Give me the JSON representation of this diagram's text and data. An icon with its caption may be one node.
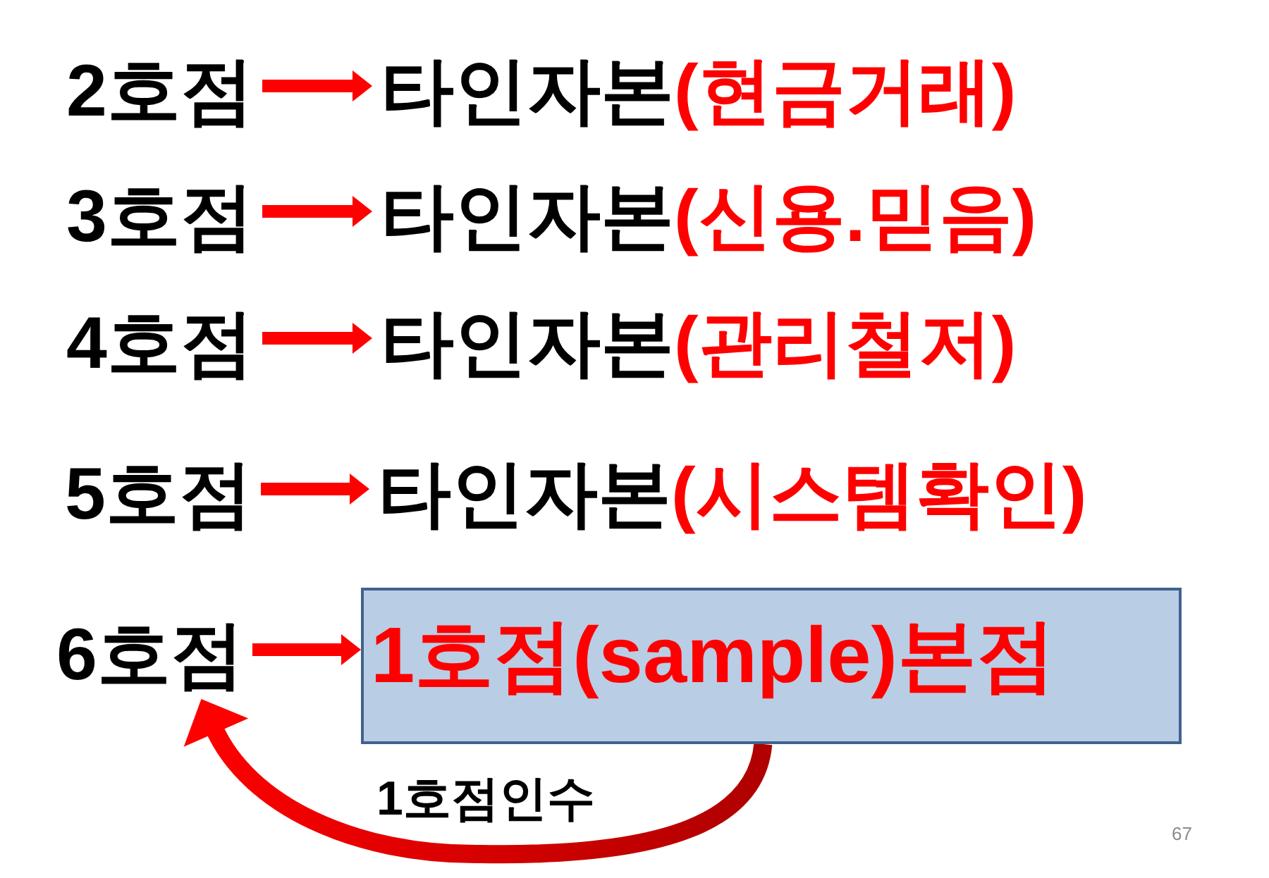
{
  "diagram": {
    "nodes": [
      {
        "text": [
          "2호점"
        ]
      },
      {
        "text": [
          "타인자본",
          "(현금거래)"
        ]
      },
      {
        "text": [
          "3호점"
        ]
      },
      {
        "text": [
          "타인자본",
          "(신용.믿음)"
        ]
      },
      {
        "text": [
          "4호점"
        ]
      },
      {
        "text": [
          "타인자본",
          "(관리철저)"
        ]
      },
      {
        "text": [
          "5호점"
        ]
      },
      {
        "text": [
          "타인자본",
          "(시스템확인)"
        ]
      },
      {
        "text": [
          "6호점"
        ]
      },
      {
        "text": [
          "1호점(sample)본점"
        ]
      }
    ],
    "edges": [
      {
        "from": 0,
        "to": 1,
        "arrow": "to"
      },
      {
        "from": 2,
        "to": 3,
        "arrow": "to"
      },
      {
        "from": 4,
        "to": 5,
        "arrow": "to"
      },
      {
        "from": 6,
        "to": 7,
        "arrow": "to"
      },
      {
        "from": 8,
        "to": 9,
        "arrow": "to"
      },
      {
        "from": 9,
        "to": 8,
        "arrow": "to",
        "label": "1호점인수",
        "style": "thick"
      }
    ],
    "labels": [
      "67"
    ]
  }
}
